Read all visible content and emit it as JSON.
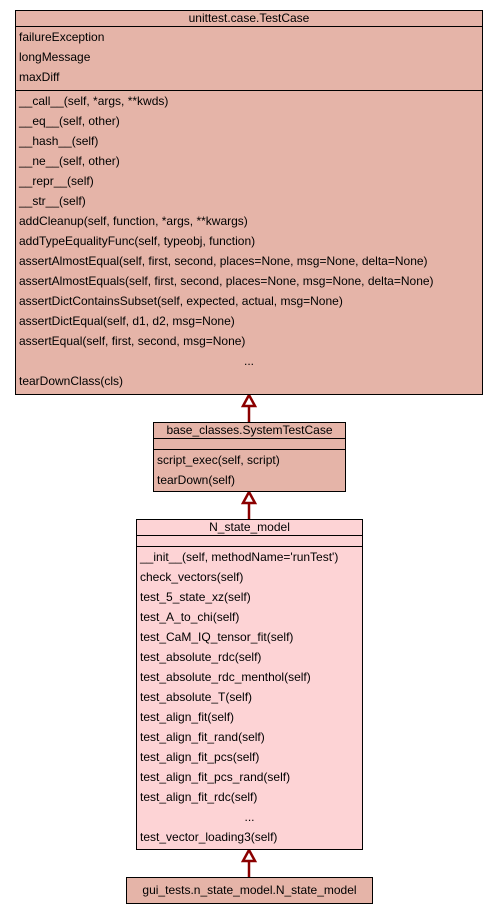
{
  "colors": {
    "base_fill": "#e5b4a8",
    "leaf_fill": "#fdd3d5",
    "border": "#000000",
    "arrow": "#8b0000"
  },
  "classes": {
    "testcase": {
      "title": "unittest.case.TestCase",
      "attributes": [
        "failureException",
        "longMessage",
        "maxDiff"
      ],
      "methods": [
        "__call__(self, *args, **kwds)",
        "__eq__(self, other)",
        "__hash__(self)",
        "__ne__(self, other)",
        "__repr__(self)",
        "__str__(self)",
        "addCleanup(self, function, *args, **kwargs)",
        "addTypeEqualityFunc(self, typeobj, function)",
        "assertAlmostEqual(self, first, second, places=None, msg=None, delta=None)",
        "assertAlmostEquals(self, first, second, places=None, msg=None, delta=None)",
        "assertDictContainsSubset(self, expected, actual, msg=None)",
        "assertDictEqual(self, d1, d2, msg=None)",
        "assertEqual(self, first, second, msg=None)",
        "...",
        "tearDownClass(cls)"
      ]
    },
    "systemtestcase": {
      "title": "base_classes.SystemTestCase",
      "methods": [
        "script_exec(self, script)",
        "tearDown(self)"
      ]
    },
    "nstatemodel": {
      "title": "N_state_model",
      "methods": [
        "__init__(self, methodName='runTest')",
        "check_vectors(self)",
        "test_5_state_xz(self)",
        "test_A_to_chi(self)",
        "test_CaM_IQ_tensor_fit(self)",
        "test_absolute_rdc(self)",
        "test_absolute_rdc_menthol(self)",
        "test_absolute_T(self)",
        "test_align_fit(self)",
        "test_align_fit_rand(self)",
        "test_align_fit_pcs(self)",
        "test_align_fit_pcs_rand(self)",
        "test_align_fit_rdc(self)",
        "...",
        "test_vector_loading3(self)"
      ]
    },
    "gui_nstatemodel": {
      "title": "gui_tests.n_state_model.N_state_model"
    }
  }
}
